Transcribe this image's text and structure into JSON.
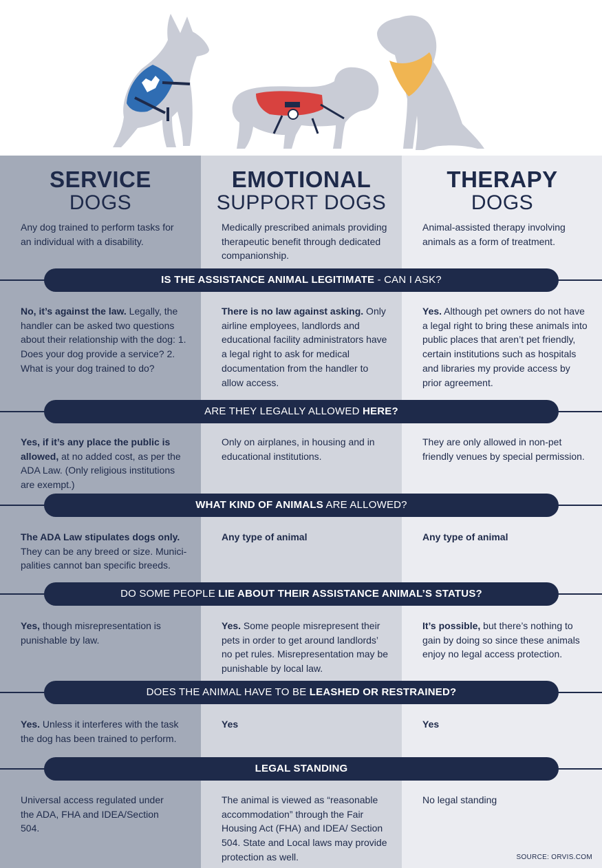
{
  "columns": [
    {
      "title_bold": "SERVICE",
      "title_light": "DOGS",
      "desc": "Any dog trained to perform tasks for an individual with a disability."
    },
    {
      "title_bold": "EMOTIONAL",
      "title_light": "SUPPORT DOGS",
      "desc": "Medically prescribed animals providing therapeutic benefit through dedicated companionship."
    },
    {
      "title_bold": "THERAPY",
      "title_light": "DOGS",
      "desc": "Animal-assisted therapy involving animals as a form of treatment."
    }
  ],
  "sections": [
    {
      "q_bold": "IS THE ASSISTANCE ANIMAL LEGITIMATE",
      "q_light": " - CAN I ASK?",
      "answers": [
        {
          "bold": "No, it’s against the law.",
          "text": " Legally, the handler can be asked two questions about their relationship with the dog: 1. Does your dog provide a service? 2. What is your dog trained to do?"
        },
        {
          "bold": "There is no law against asking.",
          "text": " Only airline employees, landlords and educational facility administrators have a legal right to ask for medical documentation from the handler to allow access."
        },
        {
          "bold": "Yes.",
          "text": " Although pet owners do not have a legal right to bring these animals into public places that aren’t pet friendly, certain institutions such as hospitals and libraries my provide access by prior agreement."
        }
      ]
    },
    {
      "q_light": "ARE THEY LEGALLY ALLOWED ",
      "q_bold": "HERE?",
      "answers": [
        {
          "bold": "Yes, if it’s any place the public is allowed,",
          "text": " at no added cost, as per the ADA Law. (Only religious institutions are exempt.)"
        },
        {
          "bold": "",
          "text": "Only on airplanes, in housing and in educational institutions."
        },
        {
          "bold": "",
          "text": "They are only allowed in non-pet friendly venues by special permission."
        }
      ]
    },
    {
      "q_bold": "WHAT KIND OF ANIMALS",
      "q_light": " ARE ALLOWED?",
      "answers": [
        {
          "bold": "The ADA Law stipulates dogs only.",
          "text": " They can be any breed or size. Munici-palities cannot ban specific breeds."
        },
        {
          "bold": "Any type of animal",
          "text": ""
        },
        {
          "bold": "Any type of animal",
          "text": ""
        }
      ]
    },
    {
      "q_light": "DO SOME PEOPLE ",
      "q_bold": "LIE ABOUT THEIR ASSISTANCE ANIMAL’S STATUS?",
      "answers": [
        {
          "bold": "Yes,",
          "text": " though misrepresentation is punishable by law."
        },
        {
          "bold": "Yes.",
          "text": " Some people misrepresent their pets in order to get around landlords’ no pet rules. Misrepresentation may be punishable by local law."
        },
        {
          "bold": "It’s possible,",
          "text": " but there’s nothing to gain by doing so since these animals enjoy no legal access protection."
        }
      ]
    },
    {
      "q_light": "DOES THE ANIMAL HAVE TO BE ",
      "q_bold": "LEASHED OR RESTRAINED?",
      "answers": [
        {
          "bold": "Yes.",
          "text": " Unless it interferes with the task the dog has been trained to perform."
        },
        {
          "bold": "Yes",
          "text": ""
        },
        {
          "bold": "Yes",
          "text": ""
        }
      ]
    },
    {
      "q_bold": "LEGAL STANDING",
      "q_light": "",
      "answers": [
        {
          "bold": "",
          "text": "Universal access regulated under the ADA, FHA and IDEA/Section 504."
        },
        {
          "bold": "",
          "text": "The animal is viewed as “reasonable accommodation” through the Fair Housing Act (FHA) and IDEA/ Section 504. State and Local laws may provide protection as well."
        },
        {
          "bold": "",
          "text": "No legal standing"
        }
      ]
    }
  ],
  "source": "SOURCE: ORVIS.COM",
  "colors": {
    "navy": "#1e2a4a",
    "silhouette": "#c9ccd6",
    "service_vest": "#2f6db3",
    "esa_vest": "#d8423f",
    "bandana": "#f0b552"
  }
}
